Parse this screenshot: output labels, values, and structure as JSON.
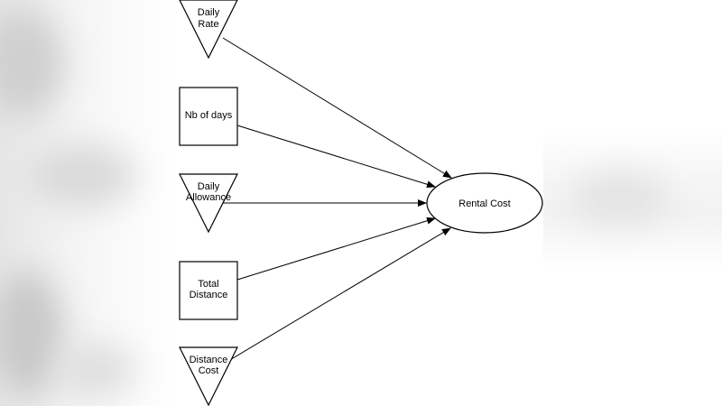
{
  "diagram": {
    "nodes": [
      {
        "id": "daily-rate",
        "shape": "inverted-triangle",
        "lines": [
          "Daily",
          "Rate"
        ]
      },
      {
        "id": "nb-of-days",
        "shape": "rectangle",
        "lines": [
          "Nb of days"
        ]
      },
      {
        "id": "daily-allowance",
        "shape": "inverted-triangle",
        "lines": [
          "Daily",
          "Allowance"
        ]
      },
      {
        "id": "total-distance",
        "shape": "rectangle",
        "lines": [
          "Total",
          "Distance"
        ]
      },
      {
        "id": "distance-cost",
        "shape": "inverted-triangle",
        "lines": [
          "Distance",
          "Cost"
        ]
      },
      {
        "id": "rental-cost",
        "shape": "ellipse",
        "lines": [
          "Rental Cost"
        ]
      }
    ],
    "edges": [
      {
        "from": "daily-rate",
        "to": "rental-cost"
      },
      {
        "from": "nb-of-days",
        "to": "rental-cost"
      },
      {
        "from": "daily-allowance",
        "to": "rental-cost"
      },
      {
        "from": "total-distance",
        "to": "rental-cost"
      },
      {
        "from": "distance-cost",
        "to": "rental-cost"
      }
    ]
  }
}
